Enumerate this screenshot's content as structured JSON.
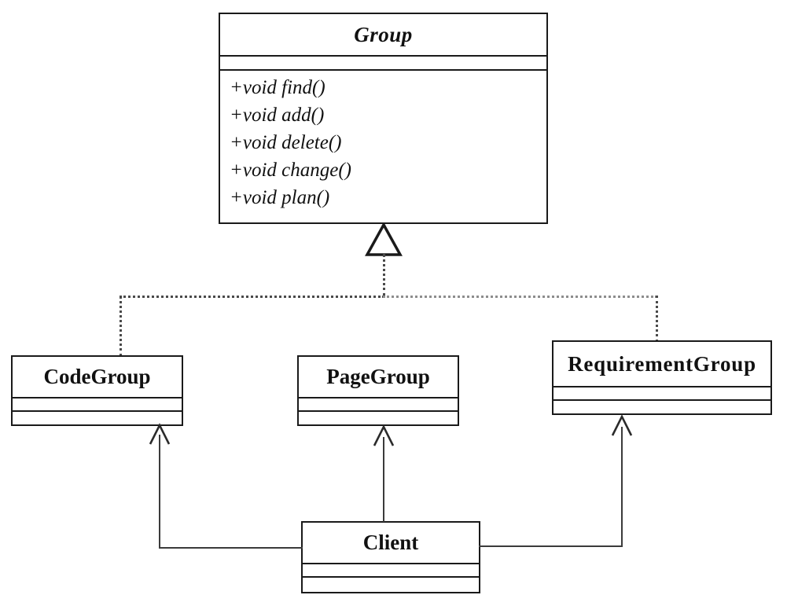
{
  "diagram": {
    "type": "uml-class-diagram",
    "title": "Group composite pattern class diagram",
    "background_color": "#ffffff",
    "line_color": "#1a1a1a",
    "connector_color": "#3b3b3b",
    "dotted_connector_color": "#4a4a4a"
  },
  "classes": {
    "group": {
      "name": "Group",
      "stereotype": "abstract",
      "attributes": [],
      "operations": [
        "+void find()",
        "+void add()",
        "+void delete()",
        "+void change()",
        "+void plan()"
      ]
    },
    "code_group": {
      "name": "CodeGroup",
      "attributes": [],
      "operations": []
    },
    "page_group": {
      "name": "PageGroup",
      "attributes": [],
      "operations": []
    },
    "requirement_group": {
      "name": "RequirementGroup",
      "attributes": [],
      "operations": []
    },
    "client": {
      "name": "Client",
      "attributes": [],
      "operations": []
    }
  },
  "relationships": [
    {
      "id": "rel-codegroup-group",
      "kind": "realization",
      "line_style": "dotted",
      "arrow": "hollow-triangle",
      "from": "CodeGroup",
      "to": "Group"
    },
    {
      "id": "rel-pagegroup-group",
      "kind": "realization",
      "line_style": "dotted",
      "arrow": "hollow-triangle",
      "from": "PageGroup",
      "to": "Group"
    },
    {
      "id": "rel-requirementgroup-group",
      "kind": "realization",
      "line_style": "dotted",
      "arrow": "hollow-triangle",
      "from": "RequirementGroup",
      "to": "Group"
    },
    {
      "id": "rel-client-codegroup",
      "kind": "association",
      "line_style": "solid",
      "arrow": "open-arrow",
      "from": "Client",
      "to": "CodeGroup"
    },
    {
      "id": "rel-client-pagegroup",
      "kind": "association",
      "line_style": "solid",
      "arrow": "open-arrow",
      "from": "Client",
      "to": "PageGroup"
    },
    {
      "id": "rel-client-requirementgroup",
      "kind": "association",
      "line_style": "solid",
      "arrow": "open-arrow",
      "from": "Client",
      "to": "RequirementGroup"
    }
  ]
}
